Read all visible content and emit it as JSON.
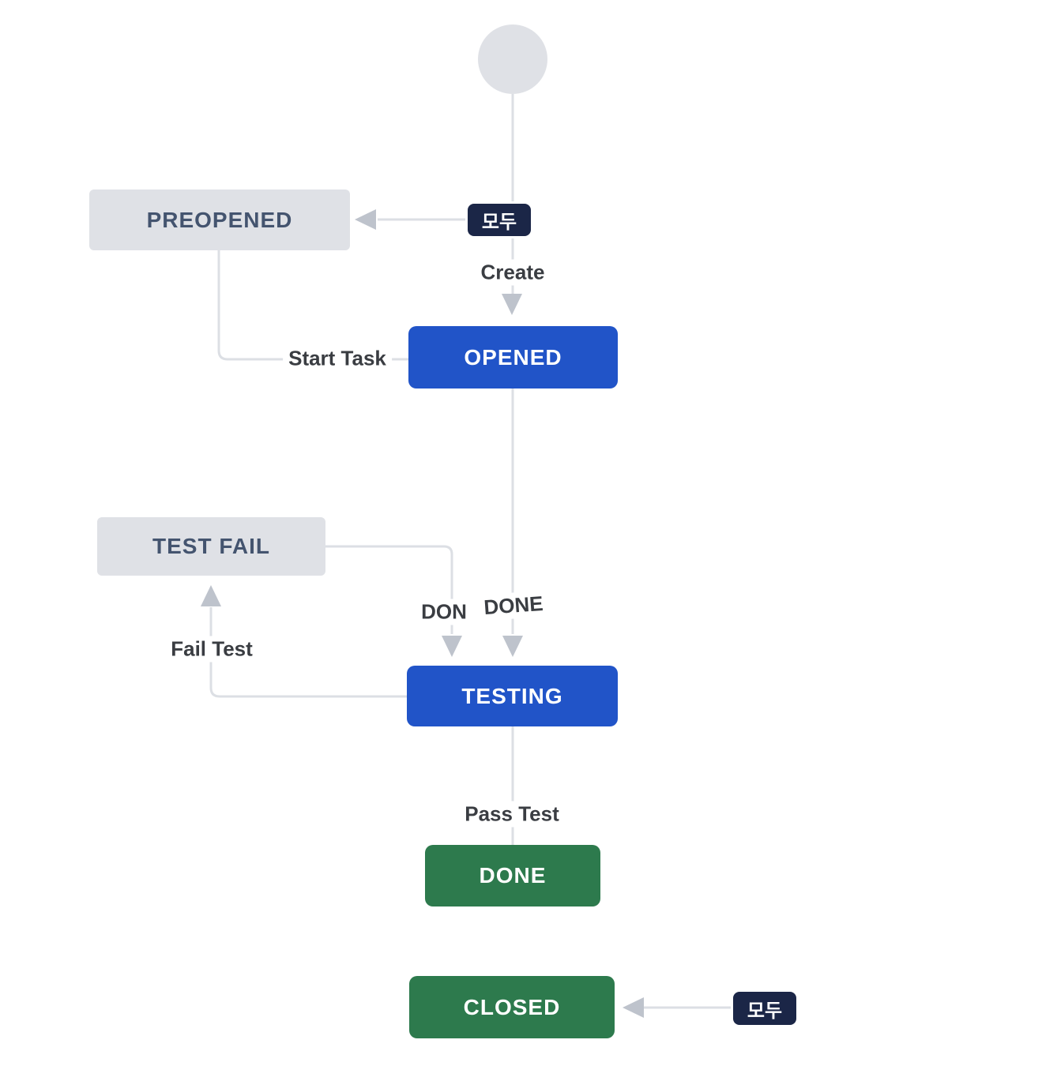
{
  "diagram": {
    "kind": "jira-workflow",
    "nodes": {
      "preopened": "PREOPENED",
      "opened": "OPENED",
      "test_fail": "TEST FAIL",
      "testing": "TESTING",
      "done": "DONE",
      "closed": "CLOSED"
    },
    "edge_labels": {
      "all_top": "모두",
      "create": "Create",
      "start_task": "Start Task",
      "don": "DON",
      "done": "DONE",
      "fail_test": "Fail Test",
      "pass_test": "Pass Test",
      "all_bottom": "모두"
    },
    "transitions": [
      {
        "label": "모두",
        "from": "start",
        "to": "PREOPENED"
      },
      {
        "label": "Create",
        "from": "start",
        "to": "OPENED"
      },
      {
        "label": "Start Task",
        "from": "PREOPENED",
        "to": "OPENED"
      },
      {
        "label": "DON",
        "from": "TEST FAIL",
        "to": "TESTING"
      },
      {
        "label": "DONE",
        "from": "OPENED",
        "to": "TESTING"
      },
      {
        "label": "Fail Test",
        "from": "TESTING",
        "to": "TEST FAIL"
      },
      {
        "label": "Pass Test",
        "from": "TESTING",
        "to": "DONE"
      },
      {
        "label": "모두",
        "from": "anywhere",
        "to": "CLOSED"
      }
    ],
    "colors": {
      "status_todo_bg": "#DFE1E6",
      "status_todo_text": "#44546F",
      "status_inprogress_bg": "#2154C8",
      "status_done_bg": "#2D7A4D",
      "status_active_text": "#FFFFFF",
      "badge_bg": "#1B2647",
      "badge_text": "#FFFFFF",
      "line": "#DCDFE4",
      "arrowhead": "#BEC3CC",
      "edge_label_text": "#3A3D42",
      "start_node_fill": "#DFE1E6",
      "canvas_bg": "#FFFFFF"
    }
  }
}
